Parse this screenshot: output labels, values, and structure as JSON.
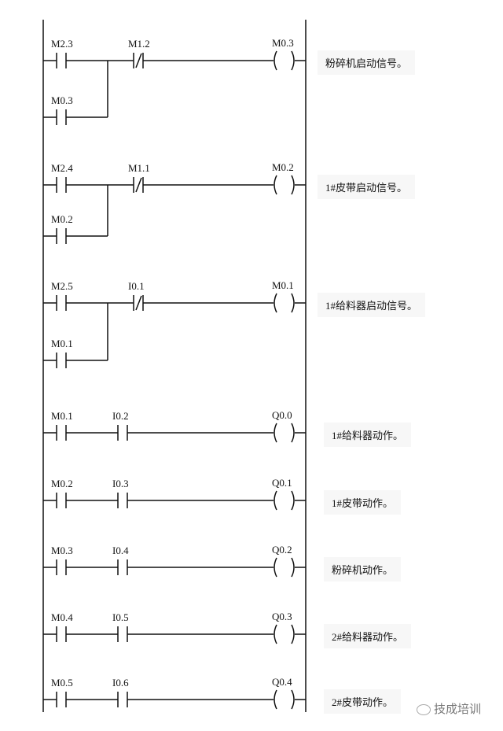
{
  "rungs": [
    {
      "contacts": [
        {
          "label": "M2.3",
          "type": "NO"
        },
        {
          "label": "M1.2",
          "type": "NC"
        }
      ],
      "parallel": {
        "label": "M0.3",
        "type": "NO"
      },
      "coil": "M0.3",
      "comment": "粉碎机启动信号。"
    },
    {
      "contacts": [
        {
          "label": "M2.4",
          "type": "NO"
        },
        {
          "label": "M1.1",
          "type": "NC"
        }
      ],
      "parallel": {
        "label": "M0.2",
        "type": "NO"
      },
      "coil": "M0.2",
      "comment": "1#皮带启动信号。"
    },
    {
      "contacts": [
        {
          "label": "M2.5",
          "type": "NO"
        },
        {
          "label": "I0.1",
          "type": "NC"
        }
      ],
      "parallel": {
        "label": "M0.1",
        "type": "NO"
      },
      "coil": "M0.1",
      "comment": "1#给料器启动信号。"
    },
    {
      "contacts": [
        {
          "label": "M0.1",
          "type": "NO"
        },
        {
          "label": "I0.2",
          "type": "NO"
        }
      ],
      "coil": "Q0.0",
      "comment": "1#给料器动作。"
    },
    {
      "contacts": [
        {
          "label": "M0.2",
          "type": "NO"
        },
        {
          "label": "I0.3",
          "type": "NO"
        }
      ],
      "coil": "Q0.1",
      "comment": "1#皮带动作。"
    },
    {
      "contacts": [
        {
          "label": "M0.3",
          "type": "NO"
        },
        {
          "label": "I0.4",
          "type": "NO"
        }
      ],
      "coil": "Q0.2",
      "comment": "粉碎机动作。"
    },
    {
      "contacts": [
        {
          "label": "M0.4",
          "type": "NO"
        },
        {
          "label": "I0.5",
          "type": "NO"
        }
      ],
      "coil": "Q0.3",
      "comment": "2#给料器动作。"
    },
    {
      "contacts": [
        {
          "label": "M0.5",
          "type": "NO"
        },
        {
          "label": "I0.6",
          "type": "NO"
        }
      ],
      "coil": "Q0.4",
      "comment": "2#皮带动作。"
    }
  ],
  "watermark": "技成培训"
}
